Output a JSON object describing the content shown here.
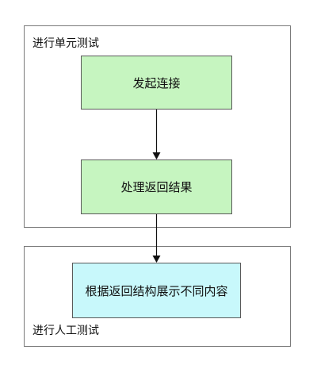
{
  "groups": {
    "unit_test": {
      "label": "进行单元测试"
    },
    "manual_test": {
      "label": "进行人工测试"
    }
  },
  "nodes": {
    "initiate_connection": {
      "label": "发起连接",
      "fill": "#c6f5c0"
    },
    "process_result": {
      "label": "处理返回结果",
      "fill": "#c6f5c0"
    },
    "display_content": {
      "label": "根据返回结构展示不同内容",
      "fill": "#c8f8fb"
    }
  },
  "edges": [
    {
      "from": "发起连接",
      "to": "处理返回结果"
    },
    {
      "from": "处理返回结果",
      "to": "根据返回结构展示不同内容"
    }
  ]
}
